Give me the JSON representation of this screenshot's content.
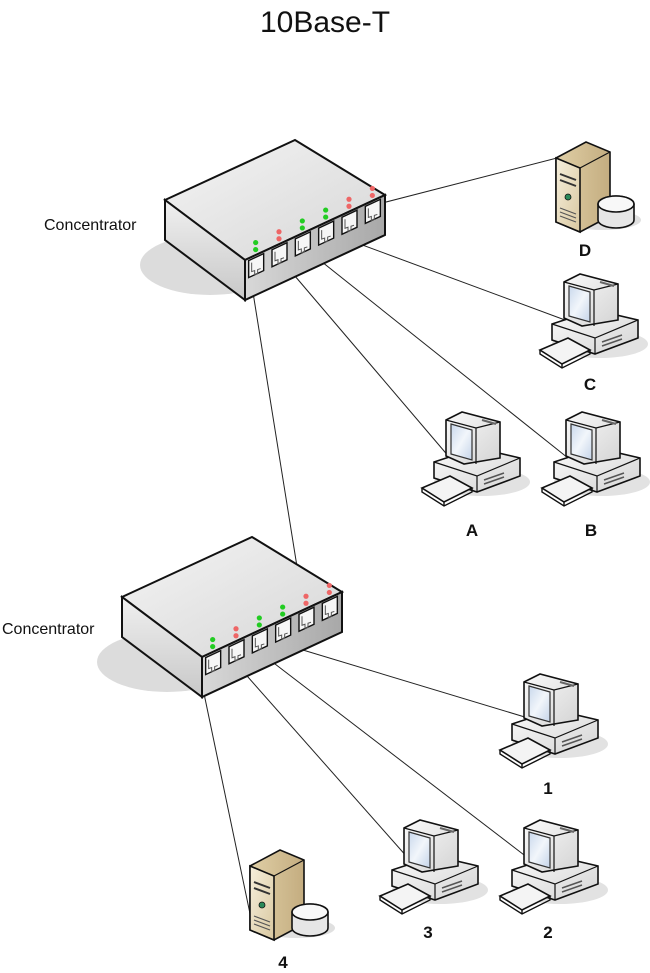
{
  "title": "10Base-T",
  "concentrators": [
    {
      "id": "hub-top",
      "label": "Concentrator",
      "port_leds": [
        [
          "green",
          "green"
        ],
        [
          "red",
          "red"
        ],
        [
          "green",
          "green"
        ],
        [
          "green",
          "green"
        ],
        [
          "red",
          "red"
        ],
        [
          "red",
          "red"
        ]
      ]
    },
    {
      "id": "hub-bottom",
      "label": "Concentrator",
      "port_leds": [
        [
          "green",
          "green"
        ],
        [
          "red",
          "red"
        ],
        [
          "green",
          "green"
        ],
        [
          "green",
          "green"
        ],
        [
          "red",
          "red"
        ],
        [
          "red",
          "red"
        ]
      ]
    }
  ],
  "nodes": [
    {
      "id": "D",
      "label": "D",
      "type": "server"
    },
    {
      "id": "C",
      "label": "C",
      "type": "workstation"
    },
    {
      "id": "A",
      "label": "A",
      "type": "workstation"
    },
    {
      "id": "B",
      "label": "B",
      "type": "workstation"
    },
    {
      "id": "1",
      "label": "1",
      "type": "workstation"
    },
    {
      "id": "3",
      "label": "3",
      "type": "workstation"
    },
    {
      "id": "2",
      "label": "2",
      "type": "workstation"
    },
    {
      "id": "4",
      "label": "4",
      "type": "server"
    }
  ],
  "connections": [
    {
      "from": "hub-top",
      "port": 6,
      "to": "D"
    },
    {
      "from": "hub-top",
      "port": 5,
      "to": "C"
    },
    {
      "from": "hub-top",
      "port": 4,
      "to": "B"
    },
    {
      "from": "hub-top",
      "port": 3,
      "to": "A"
    },
    {
      "from": "hub-top",
      "port": 1,
      "to": "hub-bottom"
    },
    {
      "from": "hub-bottom",
      "port": 4,
      "to": "1"
    },
    {
      "from": "hub-bottom",
      "port": 3,
      "to": "2"
    },
    {
      "from": "hub-bottom",
      "port": 2,
      "to": "3"
    },
    {
      "from": "hub-bottom",
      "port": 1,
      "to": "4"
    }
  ],
  "colors": {
    "led_green": "#22cc22",
    "led_red": "#ee6666",
    "server_body": "#e8dcc0",
    "screen": "#dfe9f5"
  }
}
